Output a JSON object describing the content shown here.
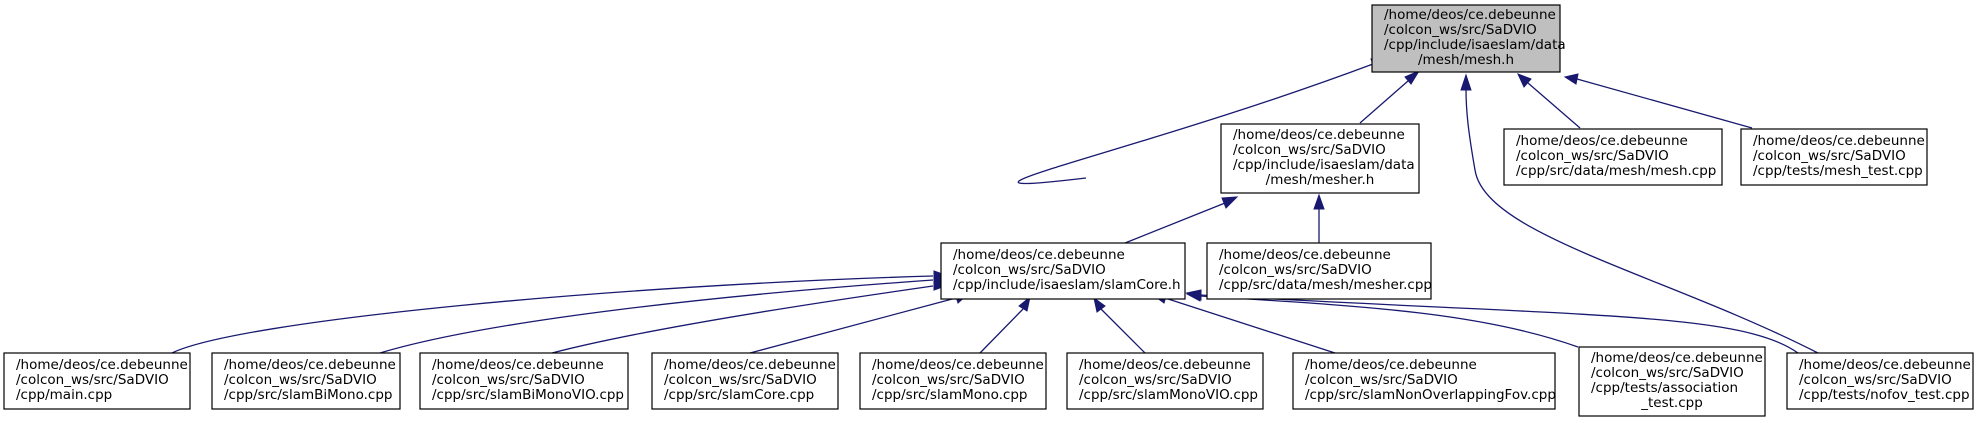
{
  "nodes": {
    "mesh_h": [
      "/home/deos/ce.debeunne",
      "/colcon_ws/src/SaDVIO",
      "/cpp/include/isaeslam/data",
      "/mesh/mesh.h"
    ],
    "mesher_h": [
      "/home/deos/ce.debeunne",
      "/colcon_ws/src/SaDVIO",
      "/cpp/include/isaeslam/data",
      "/mesh/mesher.h"
    ],
    "mesh_cpp": [
      "/home/deos/ce.debeunne",
      "/colcon_ws/src/SaDVIO",
      "/cpp/src/data/mesh/mesh.cpp"
    ],
    "mesh_test": [
      "/home/deos/ce.debeunne",
      "/colcon_ws/src/SaDVIO",
      "/cpp/tests/mesh_test.cpp"
    ],
    "slamCore_h": [
      "/home/deos/ce.debeunne",
      "/colcon_ws/src/SaDVIO",
      "/cpp/include/isaeslam/slamCore.h"
    ],
    "mesher_cpp": [
      "/home/deos/ce.debeunne",
      "/colcon_ws/src/SaDVIO",
      "/cpp/src/data/mesh/mesher.cpp"
    ],
    "main_cpp": [
      "/home/deos/ce.debeunne",
      "/colcon_ws/src/SaDVIO",
      "/cpp/main.cpp"
    ],
    "slamBiMono": [
      "/home/deos/ce.debeunne",
      "/colcon_ws/src/SaDVIO",
      "/cpp/src/slamBiMono.cpp"
    ],
    "slamBiMonoVIO": [
      "/home/deos/ce.debeunne",
      "/colcon_ws/src/SaDVIO",
      "/cpp/src/slamBiMonoVIO.cpp"
    ],
    "slamCore_cpp": [
      "/home/deos/ce.debeunne",
      "/colcon_ws/src/SaDVIO",
      "/cpp/src/slamCore.cpp"
    ],
    "slamMono": [
      "/home/deos/ce.debeunne",
      "/colcon_ws/src/SaDVIO",
      "/cpp/src/slamMono.cpp"
    ],
    "slamMonoVIO": [
      "/home/deos/ce.debeunne",
      "/colcon_ws/src/SaDVIO",
      "/cpp/src/slamMonoVIO.cpp"
    ],
    "slamNonOverlapping": [
      "/home/deos/ce.debeunne",
      "/colcon_ws/src/SaDVIO",
      "/cpp/src/slamNonOverlappingFov.cpp"
    ],
    "association_test": [
      "/home/deos/ce.debeunne",
      "/colcon_ws/src/SaDVIO",
      "/cpp/tests/association",
      "_test.cpp"
    ],
    "nofov_test": [
      "/home/deos/ce.debeunne",
      "/colcon_ws/src/SaDVIO",
      "/cpp/tests/nofov_test.cpp"
    ]
  },
  "colors": {
    "edge": "#191970",
    "root_fill": "#bfbfbf",
    "node_fill": "#ffffff",
    "border": "#000000"
  }
}
